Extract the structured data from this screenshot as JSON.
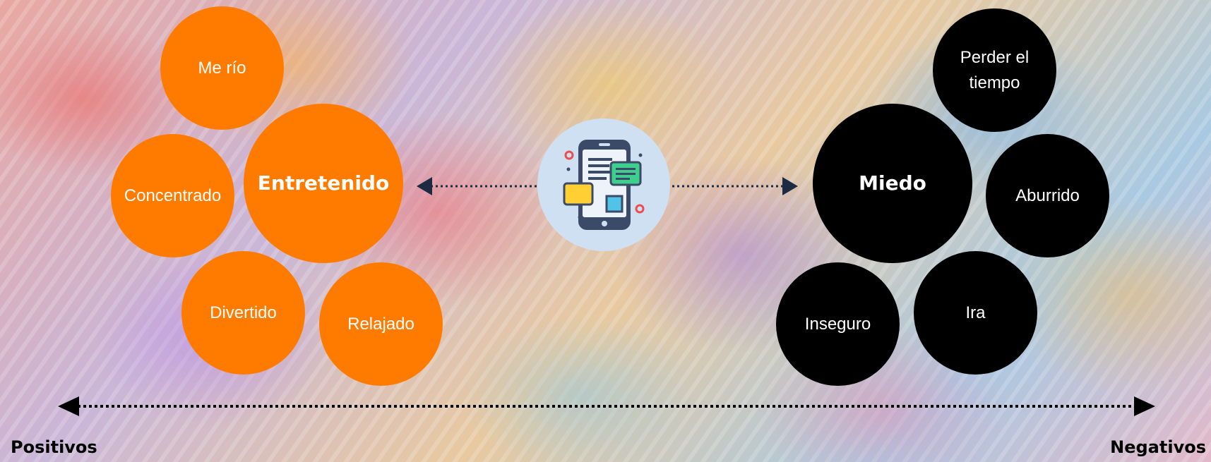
{
  "positive_emotions": {
    "main": "Entretenido",
    "items": [
      "Me río",
      "Concentrado",
      "Divertido",
      "Relajado"
    ]
  },
  "negative_emotions": {
    "main": "Miedo",
    "items": [
      "Perder el tiempo",
      "Aburrido",
      "Ira",
      "Inseguro"
    ]
  },
  "center_icon": "smartphone-chat-icon",
  "axis": {
    "left_label": "Positivos",
    "right_label": "Negativos"
  },
  "colors": {
    "positive": "#ff7b00",
    "negative": "#000000",
    "connector": "#1c2a44"
  }
}
